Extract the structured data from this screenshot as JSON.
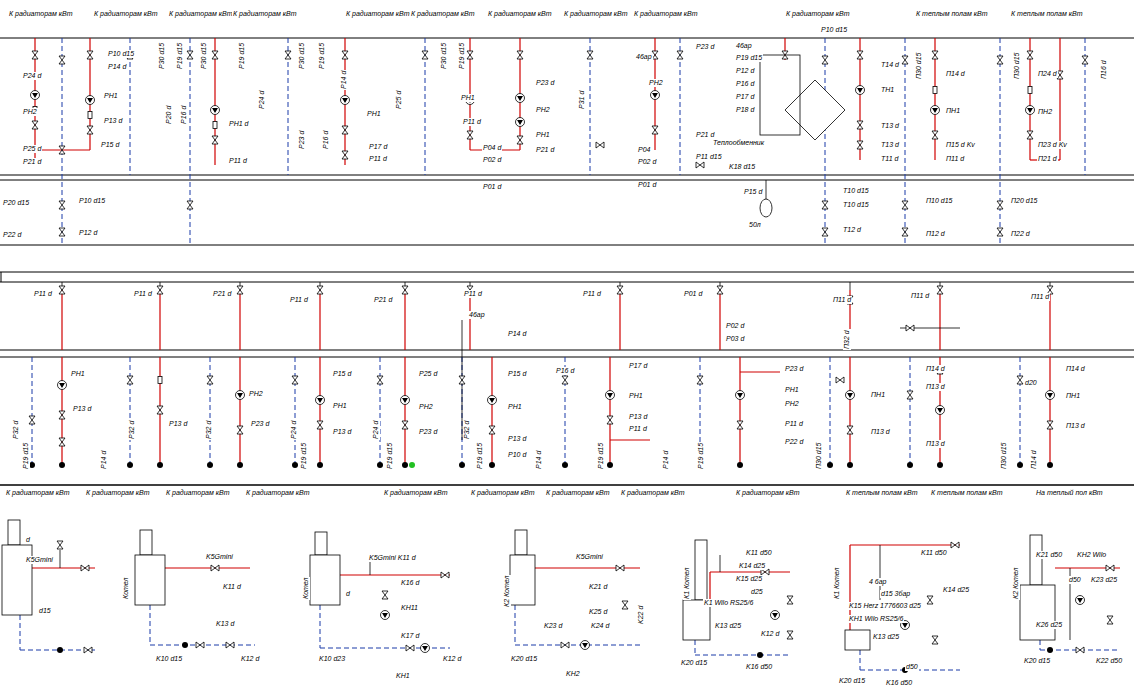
{
  "diagram": {
    "labels": [
      "К радиаторам кВт",
      "К радиаторам кВт",
      "К радиаторам кВт",
      "К радиаторам кВт",
      "К радиаторам кВт",
      "К радиаторам кВт",
      "К радиаторам кВт",
      "К радиаторам кВт",
      "К радиаторам кВт",
      "К радиаторам кВт",
      "К теплым полам кВт",
      "К теплым полам кВт",
      "P10 d15",
      "P14 d",
      "P24 d",
      "PH2",
      "PH1",
      "P13 d",
      "P15 d",
      "P25 d",
      "P21 d",
      "P20 d15",
      "P22 d",
      "P10 d15",
      "P12 d",
      "P30 d15",
      "P19 d15",
      "P20 d",
      "P16 d",
      "P30 d15",
      "P19 d15",
      "PH1 d",
      "P11 d",
      "P24 d",
      "P30 d15",
      "P19 d15",
      "P14 d",
      "P23 d",
      "P16 d",
      "P17 d",
      "P11 d",
      "PH1",
      "P25 d",
      "P30 d15",
      "P19 d15",
      "P23 d",
      "PH1",
      "PH2",
      "P11 d",
      "PH1",
      "P04 d",
      "P02 d",
      "P21 d",
      "P01 d",
      "P31 d",
      "P23 d",
      "46ар",
      "PH2",
      "P04",
      "P02 d",
      "P01 d",
      "P21 d",
      "P11 d15",
      "Теплообменник",
      "K18 d15",
      "46ар",
      "P19 d15",
      "P12 d",
      "P16 d",
      "P17 d",
      "P18 d",
      "P10 d15",
      "T14 d",
      "TH1",
      "T13 d",
      "T13 d",
      "T11 d",
      "P15 d",
      "T10 d15",
      "T10 d15",
      "T12 d",
      "50л",
      "П14 d",
      "ПН1",
      "П15 d Kv",
      "П11 d",
      "П10 d15",
      "П12 d",
      "П30 d15",
      "П24 d",
      "ПН2",
      "П23 d Kv",
      "П21 d",
      "П20 d15",
      "П22 d",
      "П30 d15",
      "П16 d",
      "P11 d",
      "P11 d",
      "P21 d",
      "P11 d",
      "P21 d",
      "P11 d",
      "P11 d",
      "P01 d",
      "П11 d",
      "П11 d",
      "П11 d",
      "46ар",
      "P14 d",
      "P02 d",
      "P03 d",
      "PH1",
      "P13 d",
      "P13 d",
      "PH2",
      "P23 d",
      "P15 d",
      "PH1",
      "P13 d",
      "P25 d",
      "PH2",
      "P23 d",
      "P15 d",
      "PH1",
      "P13 d",
      "P10 d",
      "P16 d",
      "P17 d",
      "PH1",
      "P13 d",
      "P11 d",
      "P23 d",
      "PH1",
      "PH2",
      "P11 d",
      "P22 d",
      "П14 d",
      "П13 d",
      "П13 d",
      "ПН1",
      "П13 d",
      "П14 d",
      "ПН1",
      "П13 d",
      "d20",
      "P32 d",
      "P19 d15",
      "P14 d",
      "P32 d",
      "P32 d",
      "P24 d",
      "P19 d15",
      "P24 d",
      "P19 d15",
      "P32 d",
      "P19 d15",
      "P14 d",
      "P19 d15",
      "P14 d",
      "P19 d15",
      "П30 d15",
      "П32 d",
      "П30 d15",
      "П14 d",
      "К радиаторам кВт",
      "К радиаторам кВт",
      "К радиаторам кВт",
      "К радиаторам кВт",
      "К радиаторам кВт",
      "К радиаторам кВт",
      "К радиаторам кВт",
      "К радиаторам кВт",
      "К радиаторам кВт",
      "К теплым полам кВт",
      "К теплым полам кВт",
      "На теплый пол кВт",
      "K5Gmini",
      "d15",
      "d",
      "K5Gmini",
      "K11 d",
      "K13 d",
      "K10 d15",
      "K12 d",
      "Котел",
      "K5Gmini K11 d",
      "K16 d",
      "d",
      "KH11",
      "K17 d",
      "K10 d23",
      "KH1",
      "K12 d",
      "Котел",
      "K5Gmini",
      "K21 d",
      "K25 d",
      "K23 d",
      "K24 d",
      "KH2",
      "K20 d15",
      "K22 d",
      "К2 Котел",
      "K11 d50",
      "K14 d25",
      "K15 d25",
      "d25",
      "K1 Wilo RS25/6",
      "K13 d25",
      "K12 d",
      "K16 d50",
      "K20 d15",
      "К1 Котел",
      "4 6ар",
      "d15 3бар",
      "K15 Herz 1776603 d25",
      "KH1 Wilo RS25/6",
      "K13 d25",
      "K11 d50",
      "K14 d25",
      "d50",
      "K16 d50",
      "K20 d15",
      "К1 Котел",
      "K21 d50",
      "KH2 Wilo",
      "d50",
      "K23 d25",
      "K26 d25",
      "K20 d15",
      "K22 d50",
      "К2 Котел"
    ]
  }
}
